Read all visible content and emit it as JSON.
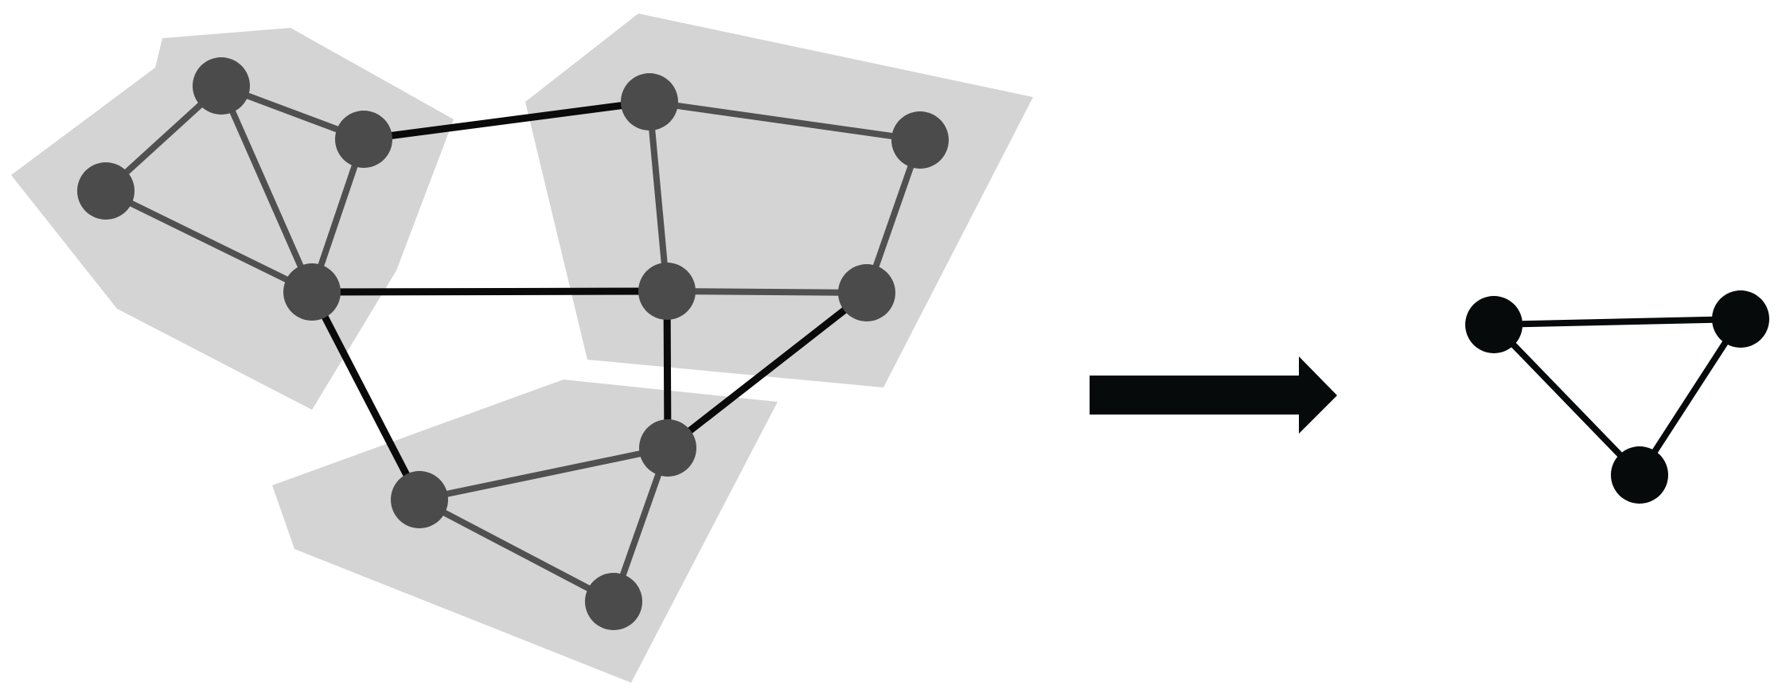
{
  "diagram": {
    "type": "graph-coarsening",
    "colors": {
      "background": "#ffffff",
      "cluster_fill": "#d4d4d4",
      "node_fill": "#4b4b4b",
      "intra_edge": "#505050",
      "inter_edge": "#0a0a0a",
      "arrow": "#070a0b",
      "coarse_node": "#070a0b",
      "coarse_edge": "#070a0b"
    },
    "original_graph": {
      "clusters": [
        {
          "id": "A",
          "nodes": [
            "a1",
            "a2",
            "a3",
            "a4"
          ]
        },
        {
          "id": "B",
          "nodes": [
            "b1",
            "b2",
            "b3",
            "b4"
          ]
        },
        {
          "id": "C",
          "nodes": [
            "c1",
            "c2",
            "c3"
          ]
        }
      ],
      "nodes": [
        {
          "id": "a1",
          "cluster": "A"
        },
        {
          "id": "a2",
          "cluster": "A"
        },
        {
          "id": "a3",
          "cluster": "A"
        },
        {
          "id": "a4",
          "cluster": "A"
        },
        {
          "id": "b1",
          "cluster": "B"
        },
        {
          "id": "b2",
          "cluster": "B"
        },
        {
          "id": "b3",
          "cluster": "B"
        },
        {
          "id": "b4",
          "cluster": "B"
        },
        {
          "id": "c1",
          "cluster": "C"
        },
        {
          "id": "c2",
          "cluster": "C"
        },
        {
          "id": "c3",
          "cluster": "C"
        }
      ],
      "edges": [
        {
          "from": "a1",
          "to": "a2",
          "kind": "intra"
        },
        {
          "from": "a1",
          "to": "a3",
          "kind": "intra"
        },
        {
          "from": "a1",
          "to": "a4",
          "kind": "intra"
        },
        {
          "from": "a2",
          "to": "a4",
          "kind": "intra"
        },
        {
          "from": "a3",
          "to": "a4",
          "kind": "intra"
        },
        {
          "from": "b1",
          "to": "b2",
          "kind": "intra"
        },
        {
          "from": "b1",
          "to": "b3",
          "kind": "intra"
        },
        {
          "from": "b2",
          "to": "b4",
          "kind": "intra"
        },
        {
          "from": "b3",
          "to": "b4",
          "kind": "intra"
        },
        {
          "from": "c1",
          "to": "c2",
          "kind": "intra"
        },
        {
          "from": "c2",
          "to": "c3",
          "kind": "intra"
        },
        {
          "from": "c1",
          "to": "c3",
          "kind": "intra"
        },
        {
          "from": "a3",
          "to": "b1",
          "kind": "inter"
        },
        {
          "from": "a4",
          "to": "b3",
          "kind": "inter"
        },
        {
          "from": "a4",
          "to": "c2",
          "kind": "inter"
        },
        {
          "from": "b3",
          "to": "c1",
          "kind": "inter"
        },
        {
          "from": "b4",
          "to": "c1",
          "kind": "inter"
        }
      ]
    },
    "coarsened_graph": {
      "nodes": [
        {
          "id": "A"
        },
        {
          "id": "B"
        },
        {
          "id": "C"
        }
      ],
      "edges": [
        {
          "from": "A",
          "to": "B"
        },
        {
          "from": "A",
          "to": "C"
        },
        {
          "from": "B",
          "to": "C"
        }
      ]
    }
  }
}
